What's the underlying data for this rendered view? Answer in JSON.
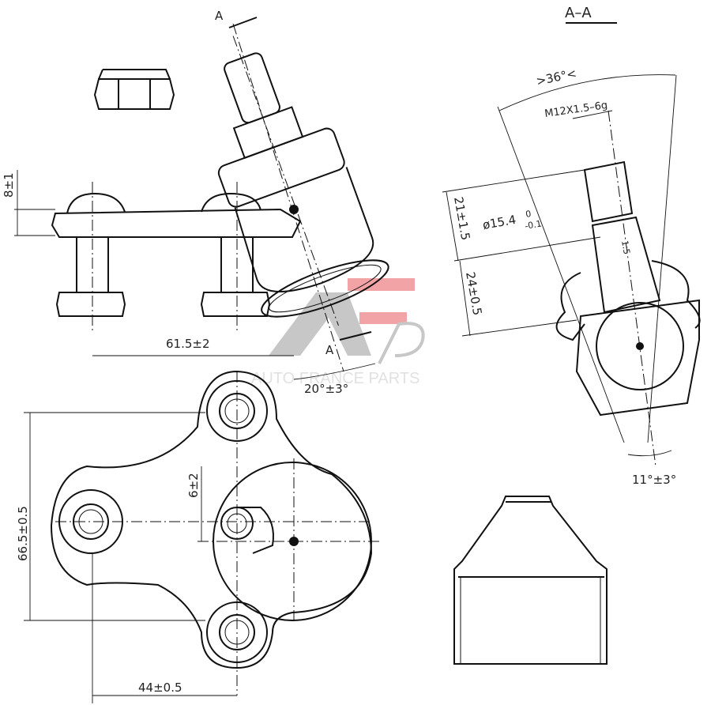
{
  "drawing": {
    "section_mark_top": "A",
    "section_mark_bottom": "A",
    "section_title": "A–A",
    "angle_boot": ">36°<",
    "thread": "M12X1.5–6g",
    "diameter": "ø15.4",
    "diameter_tol_upper": "0",
    "diameter_tol_lower": "-0.1",
    "dim_21": "21±1.5",
    "dim_24": "24±0.5",
    "taper": "1:5",
    "dim_8": "8±1",
    "dim_61": "61.5±2",
    "angle_20": "20°±3°",
    "dim_66": "66.5±0.5",
    "dim_6": "6±2",
    "dim_44": "44±0.5",
    "angle_11": "11°±3°"
  },
  "watermark": {
    "logo": "AFP",
    "text": "AUTO FRANCE PARTS",
    "colors": {
      "grey": "#9a9a9a",
      "red": "#e8585e"
    }
  }
}
